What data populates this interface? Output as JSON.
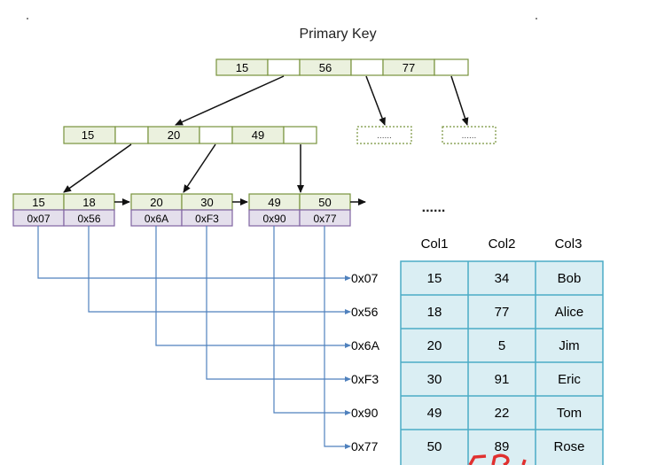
{
  "title": "Primary Key",
  "root_keys": [
    "15",
    "56",
    "77"
  ],
  "level2_keys": [
    "15",
    "20",
    "49"
  ],
  "dotted_placeholder": "......",
  "leaf_ellipsis": "......",
  "leaves": [
    {
      "keys": [
        "15",
        "18"
      ],
      "addrs": [
        "0x07",
        "0x56"
      ]
    },
    {
      "keys": [
        "20",
        "30"
      ],
      "addrs": [
        "0x6A",
        "0xF3"
      ]
    },
    {
      "keys": [
        "49",
        "50"
      ],
      "addrs": [
        "0x90",
        "0x77"
      ]
    }
  ],
  "pointer_labels": [
    "0x07",
    "0x56",
    "0x6A",
    "0xF3",
    "0x90",
    "0x77"
  ],
  "table": {
    "headers": [
      "Col1",
      "Col2",
      "Col3"
    ],
    "rows": [
      [
        "15",
        "34",
        "Bob"
      ],
      [
        "18",
        "77",
        "Alice"
      ],
      [
        "20",
        "5",
        "Jim"
      ],
      [
        "30",
        "91",
        "Eric"
      ],
      [
        "49",
        "22",
        "Tom"
      ],
      [
        "50",
        "89",
        "Rose"
      ]
    ]
  },
  "colors": {
    "node_key_fill": "#ebf1de",
    "node_border": "#77933c",
    "addr_fill": "#e4dfec",
    "addr_border": "#8064a2",
    "pointer_line": "#4f81bd",
    "table_fill": "#daeef3",
    "table_border": "#4bacc6",
    "watermark": "#e0302f"
  }
}
